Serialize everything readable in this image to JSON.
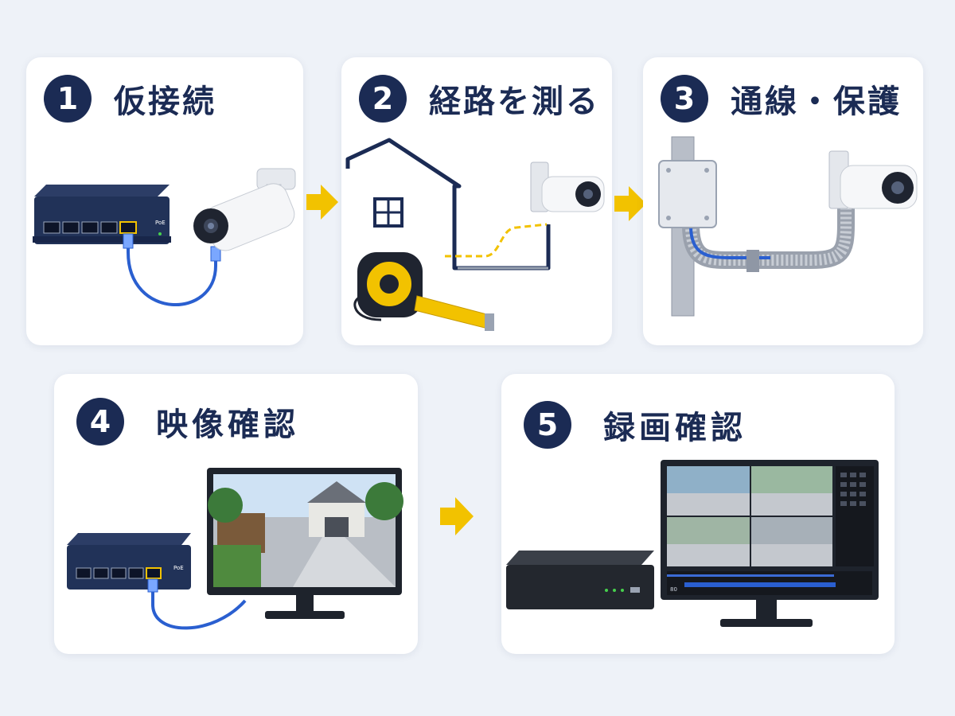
{
  "steps": [
    {
      "number": "1",
      "title": "仮接続",
      "switch_label": "PoE"
    },
    {
      "number": "2",
      "title": "経路を測る"
    },
    {
      "number": "3",
      "title": "通線・保護"
    },
    {
      "number": "4",
      "title": "映像確認",
      "switch_label": "PoE"
    },
    {
      "number": "5",
      "title": "録画確認",
      "recorder_label": "80"
    }
  ],
  "colors": {
    "navy": "#1b2b54",
    "arrow_yellow": "#f2c200",
    "cable_blue": "#2a5fd0",
    "background": "#eef2f8",
    "card": "#ffffff"
  },
  "icons": {
    "step1": [
      "poe-switch-icon",
      "ethernet-cable-icon",
      "bullet-camera-icon"
    ],
    "step2": [
      "house-outline-icon",
      "window-icon",
      "tape-measure-icon",
      "wall-mounted-camera-icon"
    ],
    "step3": [
      "junction-box-icon",
      "conduit-pipe-icon",
      "wall-mounted-camera-icon"
    ],
    "step4": [
      "poe-switch-icon",
      "ethernet-cable-icon",
      "monitor-icon"
    ],
    "step5": [
      "nvr-recorder-icon",
      "monitor-icon"
    ],
    "arrows": [
      "arrow-right-icon"
    ]
  }
}
